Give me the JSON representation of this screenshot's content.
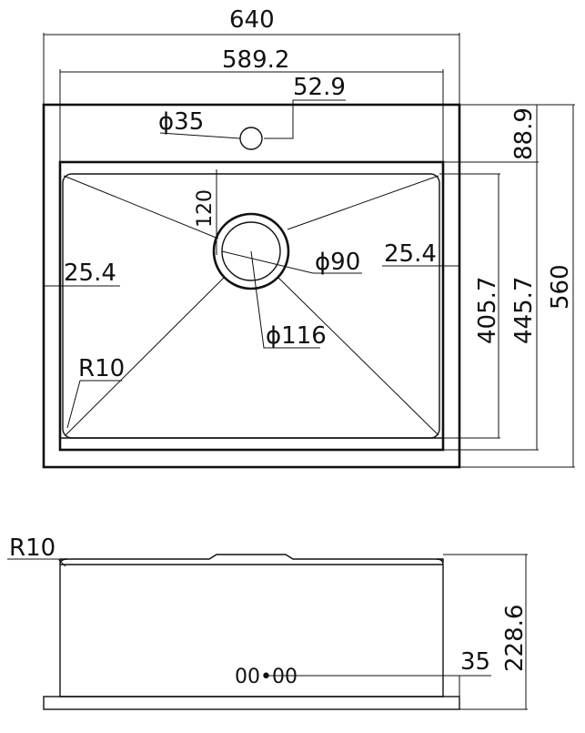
{
  "plan_view": {
    "overall_width": "640",
    "inner_width": "589.2",
    "tap_hole_offset": "52.9",
    "tap_hole_diameter": "ϕ35",
    "deck_depth": "88.9",
    "overall_depth": "560",
    "bowl_outer_depth": "445.7",
    "bowl_inner_depth": "405.7",
    "drain_offset": "120",
    "drain_diameter": "ϕ90",
    "drain_flange_diameter": "ϕ116",
    "side_margin_left": "25.4",
    "side_margin_right": "25.4",
    "corner_radius": "R10"
  },
  "side_view": {
    "corner_radius": "R10",
    "height": "228.6",
    "overflow_height": "35",
    "overflow_mark": "00•00"
  }
}
